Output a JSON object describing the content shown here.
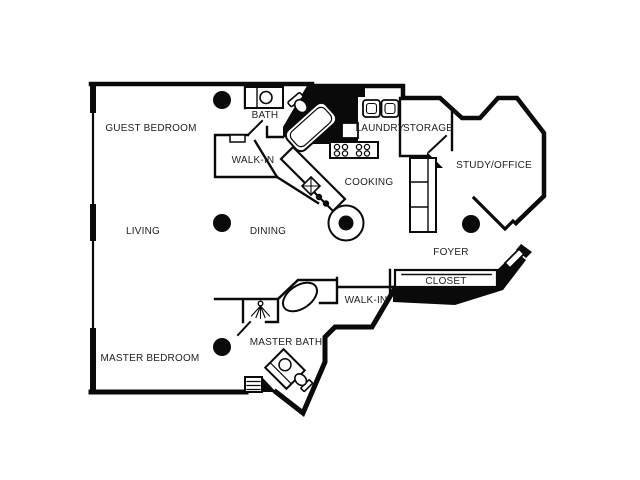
{
  "page": {
    "background_color": "#ffffff",
    "line_color": "#0a0a0a",
    "label_color": "#1f1f1f",
    "type_note": "apartment floor plan line drawing"
  },
  "floor_plan": {
    "rooms": [
      {
        "id": "guest-bedroom",
        "label": "GUEST BEDROOM"
      },
      {
        "id": "bath",
        "label": "BATH"
      },
      {
        "id": "walk-in-guest",
        "label": "WALK-IN"
      },
      {
        "id": "laundry",
        "label": "LAUNDRY"
      },
      {
        "id": "storage",
        "label": "STORAGE"
      },
      {
        "id": "study-office",
        "label": "STUDY/OFFICE"
      },
      {
        "id": "cooking",
        "label": "COOKING"
      },
      {
        "id": "living",
        "label": "LIVING"
      },
      {
        "id": "dining",
        "label": "DINING"
      },
      {
        "id": "foyer",
        "label": "FOYER"
      },
      {
        "id": "closet",
        "label": "CLOSET"
      },
      {
        "id": "walk-in-master",
        "label": "WALK-IN"
      },
      {
        "id": "master-bath",
        "label": "MASTER BATH"
      },
      {
        "id": "master-bedroom",
        "label": "MASTER BEDROOM"
      }
    ],
    "structural_columns": 6,
    "fixtures": [
      "bath-sink-counter",
      "toilet",
      "bathtub",
      "washer",
      "dryer",
      "laundry-sink",
      "range-burners",
      "kitchen-peninsula",
      "kitchen-sink",
      "round-table-column",
      "pantry-shelves",
      "closet-rod",
      "entry-door",
      "door-swing",
      "shower",
      "oval-tub",
      "vanity-sink",
      "linen-shelves",
      "structural-column"
    ]
  }
}
